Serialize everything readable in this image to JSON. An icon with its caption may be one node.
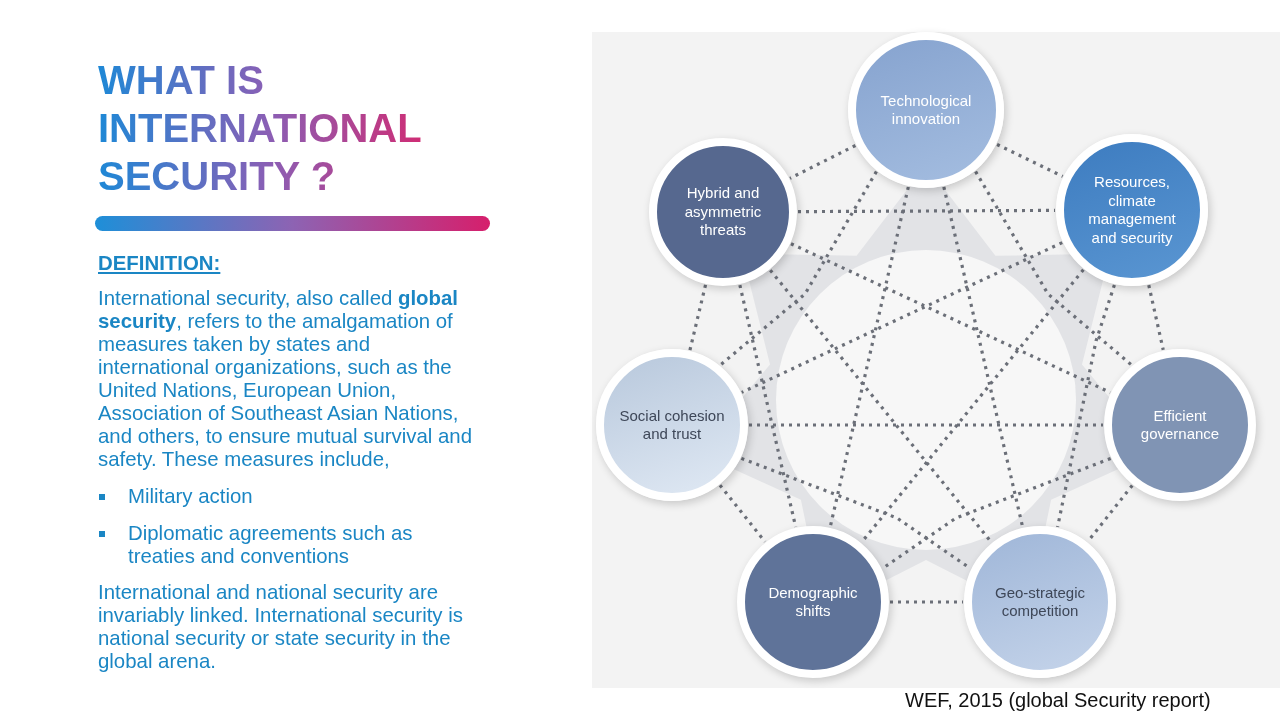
{
  "diagram": {
    "title": "WHAT IS INTERNATIONAL SECURITY ?",
    "nodes": [
      {
        "text": [
          "Technological innovation"
        ]
      },
      {
        "text": [
          "Hybrid and asymmetric threats"
        ]
      },
      {
        "text": [
          "Resources, climate management and security"
        ]
      },
      {
        "text": [
          "Social cohesion and trust"
        ]
      },
      {
        "text": [
          "Efficient governance"
        ]
      },
      {
        "text": [
          "Demographic shifts"
        ]
      },
      {
        "text": [
          "Geo-strategic competition"
        ]
      },
      {
        "text": [],
        "shape": "bar"
      }
    ],
    "edges": [
      {
        "from": 0,
        "to": 1,
        "arrow": "none",
        "style": "dashed"
      },
      {
        "from": 0,
        "to": 2,
        "arrow": "none",
        "style": "dashed"
      },
      {
        "from": 0,
        "to": 3,
        "arrow": "none",
        "style": "dashed"
      },
      {
        "from": 0,
        "to": 4,
        "arrow": "none",
        "style": "dashed"
      },
      {
        "from": 0,
        "to": 5,
        "arrow": "none",
        "style": "dashed"
      },
      {
        "from": 0,
        "to": 6,
        "arrow": "none",
        "style": "dashed"
      },
      {
        "from": 1,
        "to": 2,
        "arrow": "none",
        "style": "dashed"
      },
      {
        "from": 1,
        "to": 3,
        "arrow": "none",
        "style": "dashed"
      },
      {
        "from": 1,
        "to": 4,
        "arrow": "none",
        "style": "dashed"
      },
      {
        "from": 1,
        "to": 5,
        "arrow": "none",
        "style": "dashed"
      },
      {
        "from": 1,
        "to": 6,
        "arrow": "none",
        "style": "dashed"
      },
      {
        "from": 2,
        "to": 3,
        "arrow": "none",
        "style": "dashed"
      },
      {
        "from": 2,
        "to": 4,
        "arrow": "none",
        "style": "dashed"
      },
      {
        "from": 2,
        "to": 5,
        "arrow": "none",
        "style": "dashed"
      },
      {
        "from": 2,
        "to": 6,
        "arrow": "none",
        "style": "dashed"
      },
      {
        "from": 3,
        "to": 4,
        "arrow": "none",
        "style": "dashed"
      },
      {
        "from": 3,
        "to": 5,
        "arrow": "none",
        "style": "dashed"
      },
      {
        "from": 3,
        "to": 6,
        "arrow": "none",
        "style": "dashed"
      },
      {
        "from": 4,
        "to": 5,
        "arrow": "none",
        "style": "dashed"
      },
      {
        "from": 4,
        "to": 6,
        "arrow": "none",
        "style": "dashed"
      },
      {
        "from": 5,
        "to": 6,
        "arrow": "none",
        "style": "dashed"
      }
    ],
    "labels": [
      "DEFINITION:",
      "International security, also called **global security**, refers to the amalgamation of measures taken by states and international organizations, such as the United Nations, European Union, Association of Southeast Asian Nations, and others, to ensure mutual survival and safety. These measures include,",
      "Military action",
      "Diplomatic agreements such as treaties and conventions",
      "International and national security are invariably linked. International security is national security or state security in the global arena.",
      "WEF, 2015 (global Security report)"
    ]
  }
}
